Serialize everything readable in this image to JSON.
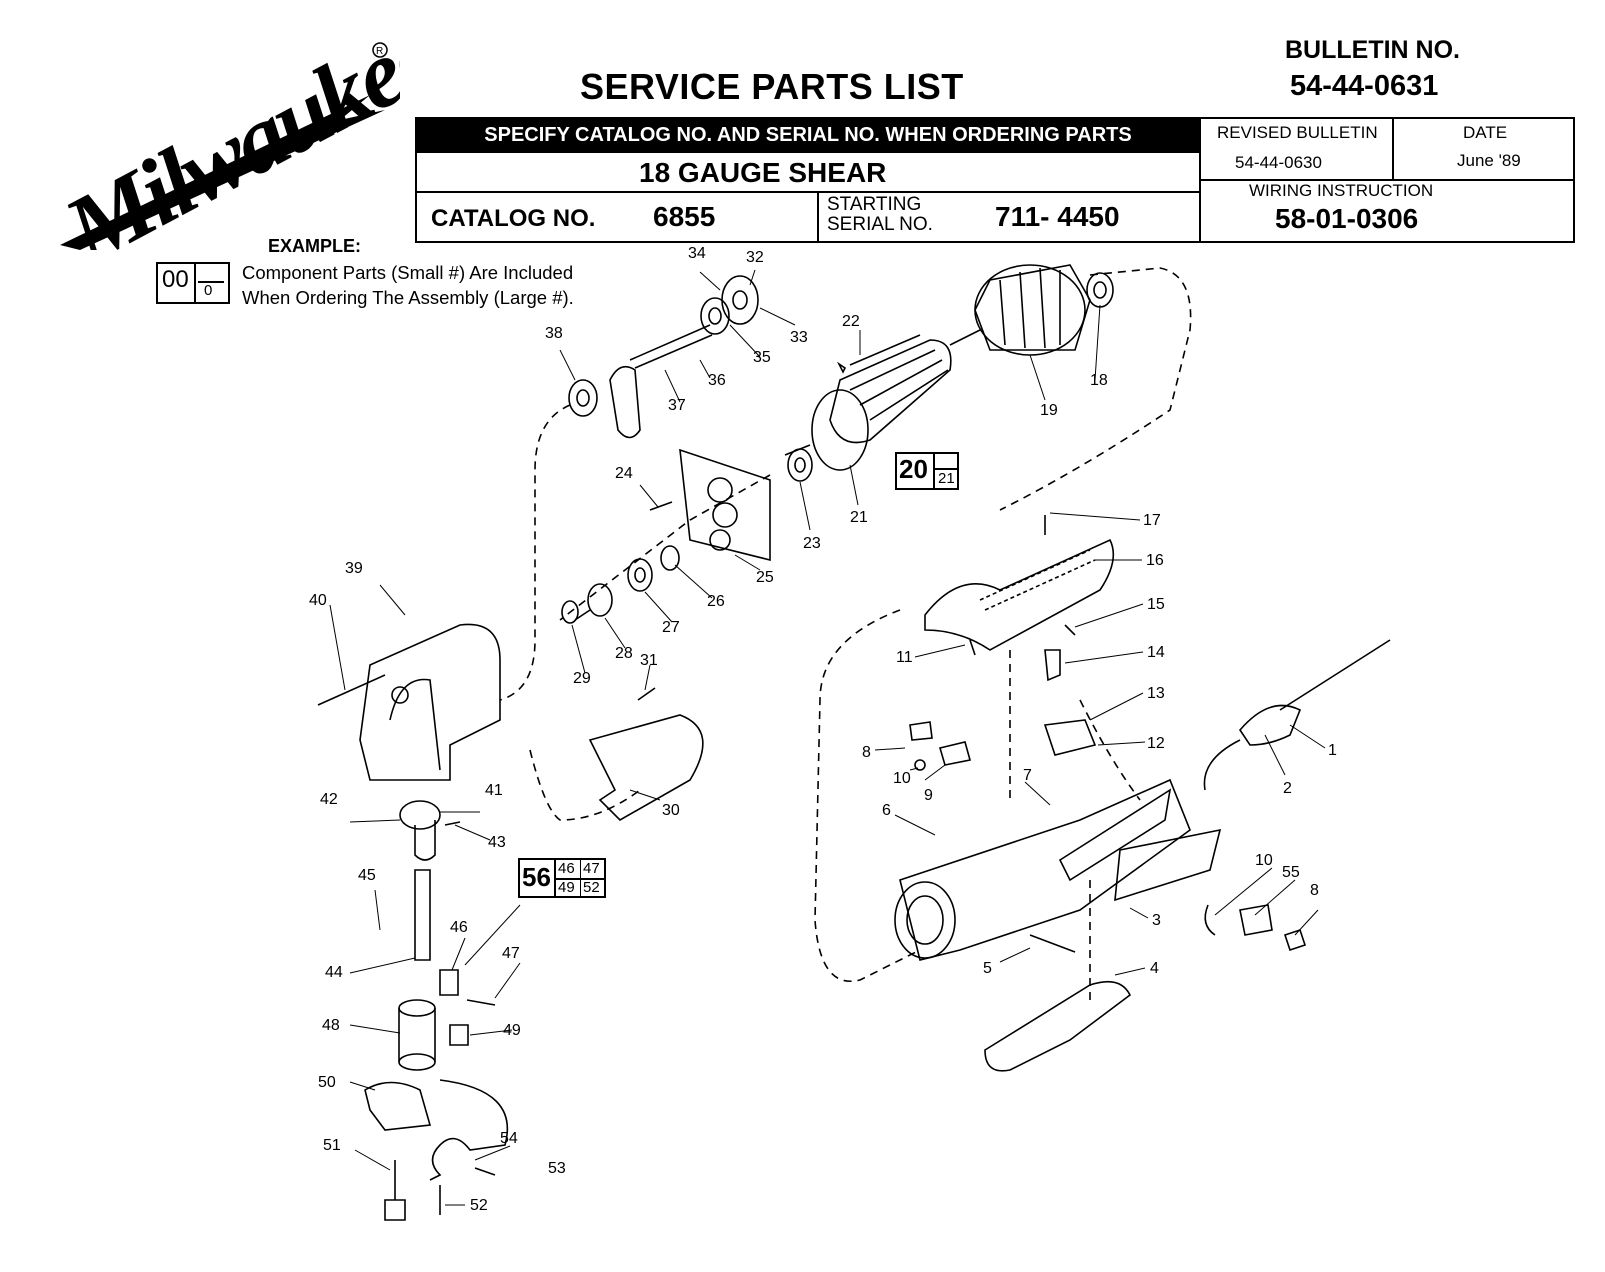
{
  "brand": "Milwaukee",
  "title": "SERVICE PARTS LIST",
  "bulletin": {
    "label": "BULLETIN NO.",
    "number": "54-44-0631"
  },
  "header": {
    "specify": "SPECIFY CATALOG NO. AND SERIAL NO. WHEN ORDERING PARTS",
    "product": "18 GAUGE SHEAR",
    "catalog_label": "CATALOG NO.",
    "catalog_no": "6855",
    "starting_label_1": "STARTING",
    "starting_label_2": "SERIAL NO.",
    "serial_no": "711- 4450",
    "revised_label": "REVISED BULLETIN",
    "revised_value": "54-44-0630",
    "date_label": "DATE",
    "date_value": "June '89",
    "wiring_label": "WIRING INSTRUCTION",
    "wiring_value": "58-01-0306"
  },
  "example": {
    "label": "EXAMPLE:",
    "big": "00",
    "small": "0",
    "line1": "Component Parts (Small #) Are Included",
    "line2": "When Ordering The Assembly (Large #)."
  },
  "assemblies": {
    "a20": {
      "big": "20",
      "small": "21"
    },
    "a56": {
      "big": "56",
      "top_left": "46",
      "top_right": "47",
      "bottom_left": "49",
      "bottom_right": "52"
    }
  },
  "parts": [
    "1",
    "2",
    "3",
    "4",
    "5",
    "6",
    "7",
    "8",
    "9",
    "10",
    "11",
    "12",
    "13",
    "14",
    "15",
    "16",
    "17",
    "18",
    "19",
    "21",
    "22",
    "23",
    "24",
    "25",
    "26",
    "27",
    "28",
    "29",
    "30",
    "31",
    "32",
    "33",
    "34",
    "35",
    "36",
    "37",
    "38",
    "39",
    "40",
    "41",
    "42",
    "43",
    "44",
    "45",
    "46",
    "47",
    "48",
    "49",
    "50",
    "51",
    "52",
    "53",
    "54",
    "55",
    "8b",
    "10b"
  ],
  "part_labels": {
    "p1": "1",
    "p2": "2",
    "p3": "3",
    "p4": "4",
    "p5": "5",
    "p6": "6",
    "p7": "7",
    "p8": "8",
    "p9": "9",
    "p10": "10",
    "p11": "11",
    "p12": "12",
    "p13": "13",
    "p14": "14",
    "p15": "15",
    "p16": "16",
    "p17": "17",
    "p18": "18",
    "p19": "19",
    "p21": "21",
    "p22": "22",
    "p23": "23",
    "p24": "24",
    "p25": "25",
    "p26": "26",
    "p27": "27",
    "p28": "28",
    "p29": "29",
    "p30": "30",
    "p31": "31",
    "p32": "32",
    "p33": "33",
    "p34": "34",
    "p35": "35",
    "p36": "36",
    "p37": "37",
    "p38": "38",
    "p39": "39",
    "p40": "40",
    "p41": "41",
    "p42": "42",
    "p43": "43",
    "p44": "44",
    "p45": "45",
    "p46": "46",
    "p47": "47",
    "p48": "48",
    "p49": "49",
    "p50": "50",
    "p51": "51",
    "p52": "52",
    "p53": "53",
    "p54": "54",
    "p55": "55",
    "p8b": "8",
    "p10b": "10"
  }
}
